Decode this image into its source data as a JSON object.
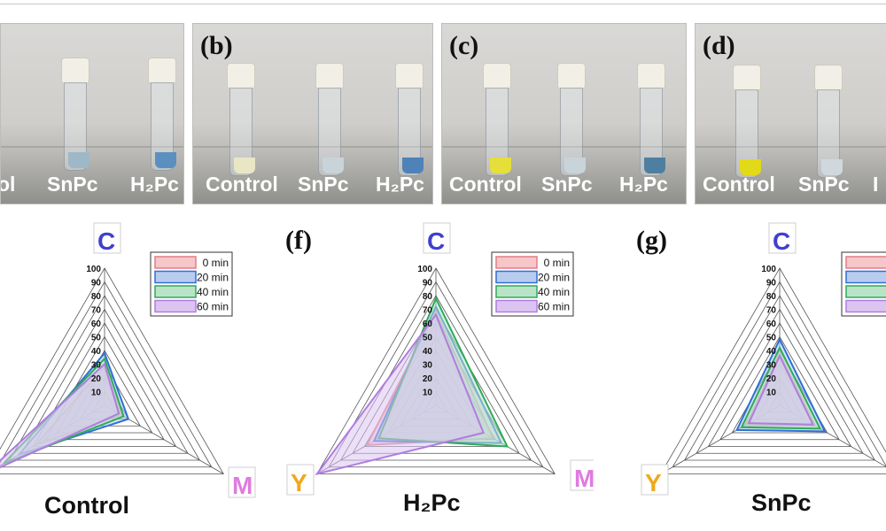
{
  "photos": [
    {
      "id": "a",
      "label": "",
      "captions": [
        "ol",
        "SnPc",
        "H₂Pc"
      ],
      "liquid": [
        "",
        "#9fb8c8",
        "#5b8fc0"
      ]
    },
    {
      "id": "b",
      "label": "(b)",
      "captions": [
        "Control",
        "SnPc",
        "H₂Pc"
      ],
      "liquid": [
        "#e9e6c5",
        "#c9d3da",
        "#4f82b8"
      ]
    },
    {
      "id": "c",
      "label": "(c)",
      "captions": [
        "Control",
        "SnPc",
        "H₂Pc"
      ],
      "liquid": [
        "#e6de3a",
        "#c9d3da",
        "#4f7fa0"
      ]
    },
    {
      "id": "d",
      "label": "(d)",
      "captions": [
        "Control",
        "SnPc",
        "I"
      ],
      "liquid": [
        "#e2d918",
        "#d0d8de",
        ""
      ]
    }
  ],
  "chart_data": [
    {
      "type": "radar",
      "panel_label": "",
      "title": "Control",
      "axes": [
        "C",
        "M",
        "Y"
      ],
      "axis_colors": {
        "C": "#3f3fd1",
        "M": "#e07be0",
        "Y": "#f0a81c"
      },
      "rlim": [
        0,
        100
      ],
      "ticks": [
        "10",
        "20",
        "30",
        "40",
        "50",
        "60",
        "70",
        "80",
        "90",
        "100"
      ],
      "legend": [
        "0 min",
        "20 min",
        "40 min",
        "60 min"
      ],
      "series": [
        {
          "name": "0 min",
          "color": "#e27f86",
          "fill": "#f6c6c9",
          "values": [
            28,
            14,
            58
          ]
        },
        {
          "name": "20 min",
          "color": "#2f6fd6",
          "fill": "#b8cdee",
          "values": [
            38,
            20,
            72
          ]
        },
        {
          "name": "40 min",
          "color": "#2eaa5a",
          "fill": "#b9e3c6",
          "values": [
            34,
            16,
            85
          ]
        },
        {
          "name": "60 min",
          "color": "#b07ce0",
          "fill": "#dcc4f2",
          "values": [
            30,
            12,
            100
          ]
        }
      ]
    },
    {
      "type": "radar",
      "panel_label": "(f)",
      "title": "H₂Pc",
      "axes": [
        "C",
        "M",
        "Y"
      ],
      "axis_colors": {
        "C": "#3f3fd1",
        "M": "#e07be0",
        "Y": "#f0a81c"
      },
      "rlim": [
        0,
        100
      ],
      "ticks": [
        "10",
        "20",
        "30",
        "40",
        "50",
        "60",
        "70",
        "80",
        "90",
        "100"
      ],
      "legend": [
        "0 min",
        "20 min",
        "40 min",
        "60 min"
      ],
      "series": [
        {
          "name": "0 min",
          "color": "#e27f86",
          "fill": "#f6c6c9",
          "values": [
            68,
            48,
            58
          ]
        },
        {
          "name": "20 min",
          "color": "#2f6fd6",
          "fill": "#b8cdee",
          "values": [
            72,
            55,
            52
          ]
        },
        {
          "name": "40 min",
          "color": "#2eaa5a",
          "fill": "#b9e3c6",
          "values": [
            78,
            60,
            48
          ]
        },
        {
          "name": "60 min",
          "color": "#b07ce0",
          "fill": "#dcc4f2",
          "values": [
            66,
            40,
            100
          ]
        }
      ]
    },
    {
      "type": "radar",
      "panel_label": "(g)",
      "title": "SnPc",
      "axes": [
        "C",
        "M",
        "Y"
      ],
      "axis_colors": {
        "C": "#3f3fd1",
        "M": "#e07be0",
        "Y": "#f0a81c"
      },
      "rlim": [
        0,
        100
      ],
      "ticks": [
        "10",
        "20",
        "30",
        "40",
        "50",
        "60",
        "70",
        "80",
        "90",
        "100"
      ],
      "legend": [
        "0 min",
        "20 min",
        "40 min",
        "60 min"
      ],
      "series": [
        {
          "name": "0 min",
          "color": "#e27f86",
          "fill": "#f6c6c9",
          "values": [
            38,
            30,
            28
          ]
        },
        {
          "name": "20 min",
          "color": "#2f6fd6",
          "fill": "#b8cdee",
          "values": [
            48,
            38,
            36
          ]
        },
        {
          "name": "40 min",
          "color": "#2eaa5a",
          "fill": "#b9e3c6",
          "values": [
            42,
            34,
            32
          ]
        },
        {
          "name": "60 min",
          "color": "#b07ce0",
          "fill": "#dcc4f2",
          "values": [
            36,
            28,
            26
          ]
        }
      ]
    }
  ]
}
